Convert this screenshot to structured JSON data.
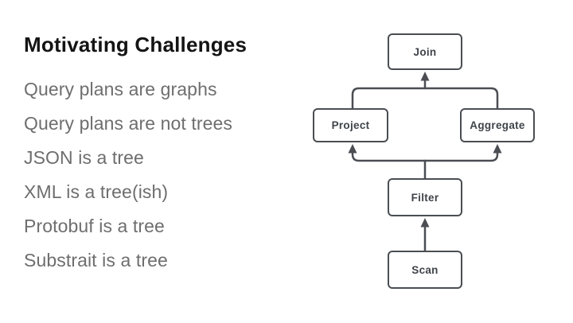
{
  "slide": {
    "title": "Motivating Challenges",
    "bullets": [
      "Query plans are graphs",
      "Query plans are not trees",
      "JSON is a tree",
      "XML is a tree(ish)",
      "Protobuf is a tree",
      "Substrait is a tree"
    ]
  },
  "diagram": {
    "nodes": [
      {
        "id": "join",
        "label": "Join"
      },
      {
        "id": "project",
        "label": "Project"
      },
      {
        "id": "aggregate",
        "label": "Aggregate"
      },
      {
        "id": "filter",
        "label": "Filter"
      },
      {
        "id": "scan",
        "label": "Scan"
      }
    ],
    "edges": [
      {
        "from": "project",
        "to": "join"
      },
      {
        "from": "aggregate",
        "to": "join"
      },
      {
        "from": "filter",
        "to": "project"
      },
      {
        "from": "filter",
        "to": "aggregate"
      },
      {
        "from": "scan",
        "to": "filter"
      }
    ]
  },
  "colors": {
    "background": "#ffffff",
    "title_text": "#141414",
    "bullet_text": "#6e6e6e",
    "node_border": "#4a4e53",
    "node_fill": "#ffffff",
    "node_text": "#3f444a",
    "edge_line": "#4a4e53"
  }
}
